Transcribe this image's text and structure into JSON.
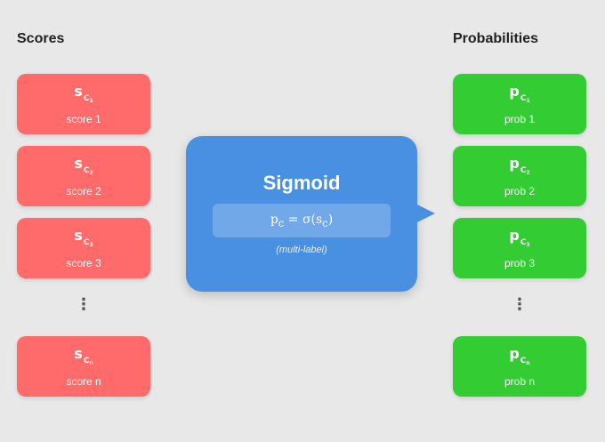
{
  "headings": {
    "left": "Scores",
    "right": "Probabilities"
  },
  "colors": {
    "background": "#e8e8e8",
    "score_box": "#ff6b6b",
    "prob_box": "#33cc33",
    "function_box": "#4a90e2"
  },
  "scores": [
    {
      "symbol": "s",
      "class_letter": "C",
      "index": "1",
      "label": "score 1"
    },
    {
      "symbol": "s",
      "class_letter": "C",
      "index": "2",
      "label": "score 2"
    },
    {
      "symbol": "s",
      "class_letter": "C",
      "index": "3",
      "label": "score 3"
    },
    {
      "symbol": "s",
      "class_letter": "C",
      "index": "n",
      "label": "score n"
    }
  ],
  "probabilities": [
    {
      "symbol": "p",
      "class_letter": "C",
      "index": "1",
      "label": "prob 1"
    },
    {
      "symbol": "p",
      "class_letter": "C",
      "index": "2",
      "label": "prob 2"
    },
    {
      "symbol": "p",
      "class_letter": "C",
      "index": "3",
      "label": "prob 3"
    },
    {
      "symbol": "p",
      "class_letter": "C",
      "index": "n",
      "label": "prob n"
    }
  ],
  "ellipsis": "⋮",
  "function": {
    "title": "Sigmoid",
    "formula": {
      "lhs": "p",
      "lhs_sub": "c",
      "middle": " = σ(",
      "arg": "s",
      "arg_sub": "c",
      "close": ")"
    },
    "note": "(multi-label)"
  }
}
